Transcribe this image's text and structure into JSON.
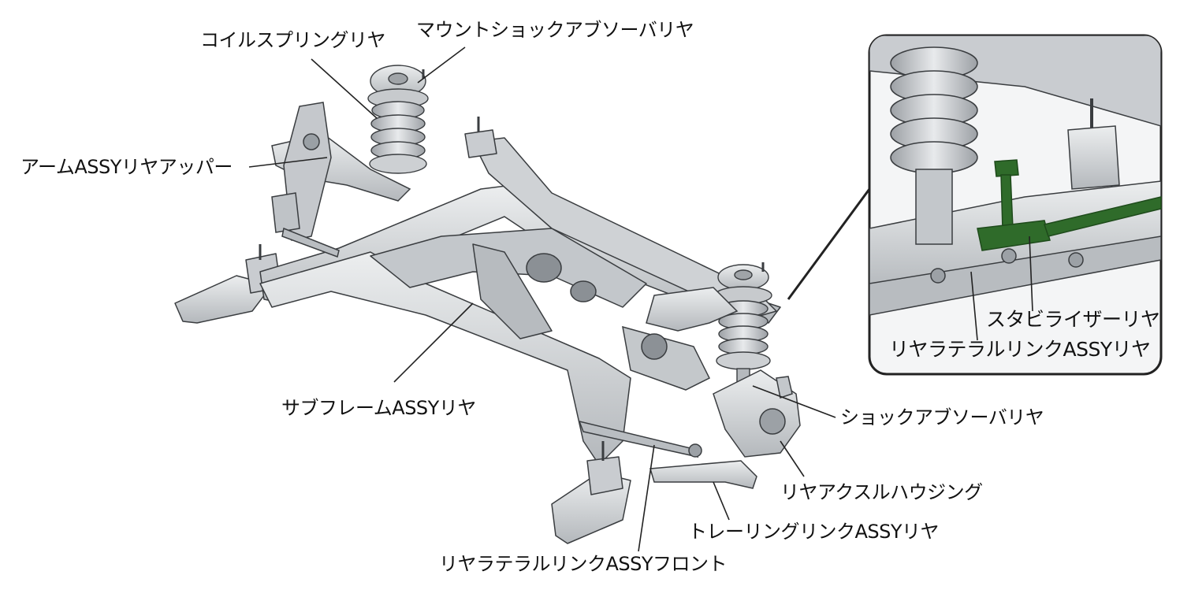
{
  "labels": {
    "coil_spring_rear": "コイルスプリングリヤ",
    "mount_shock_absorber_rear": "マウントショックアブソーバリヤ",
    "arm_assy_rear_upper": "アームASSYリヤアッパー",
    "subframe_assy_rear": "サブフレームASSYリヤ",
    "shock_absorber_rear": "ショックアブソーバリヤ",
    "rear_axle_housing": "リヤアクスルハウジング",
    "trailing_link_assy_rear": "トレーリングリンクASSYリヤ",
    "rear_lateral_link_assy_front": "リヤラテラルリンクASSYフロント",
    "stabilizer_rear": "スタビライザーリヤ",
    "rear_lateral_link_assy_rear": "リヤラテラルリンクASSYリヤ"
  },
  "colors": {
    "part_fill": "#d6d8da",
    "part_shade": "#a9adb1",
    "part_dark": "#7c8085",
    "outline": "#3a3d40",
    "stabilizer": "#2f6b2a",
    "text": "#111111"
  }
}
